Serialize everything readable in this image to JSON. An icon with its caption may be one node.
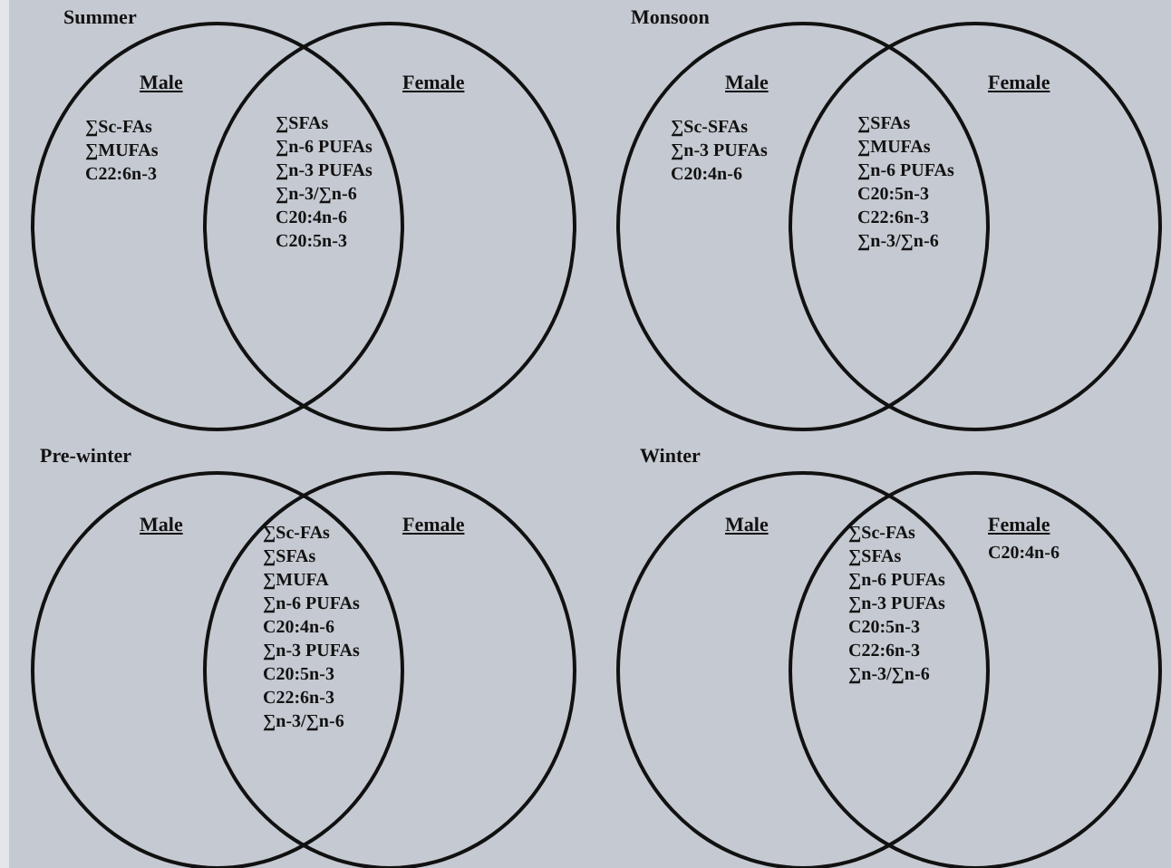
{
  "diagram": {
    "nodes": [
      {
        "text": [
          "Male",
          "∑Sc-FAs",
          "∑MUFAs",
          "C22:6n-3"
        ]
      },
      {
        "text": [
          "Female"
        ]
      },
      {
        "text": [
          "Male",
          "∑Sc-SFAs",
          "∑n-3 PUFAs",
          "C20:4n-6"
        ]
      },
      {
        "text": [
          "Female"
        ]
      },
      {
        "text": [
          "Male"
        ]
      },
      {
        "text": [
          "Female"
        ]
      },
      {
        "text": [
          "Male"
        ]
      },
      {
        "text": [
          "Female",
          "C20:4n-6"
        ]
      }
    ],
    "labels": [
      "Summer",
      "∑SFAs",
      "∑n-6 PUFAs",
      "∑n-3 PUFAs",
      "∑n-3/∑n-6",
      "C20:4n-6",
      "C20:5n-3",
      "Monsoon",
      "∑SFAs",
      "∑MUFAs",
      "∑n-6 PUFAs",
      "C20:5n-3",
      "C22:6n-3",
      "∑n-3/∑n-6",
      "Pre-winter",
      "∑Sc-FAs",
      "∑SFAs",
      "∑MUFA",
      "∑n-6 PUFAs",
      "C20:4n-6",
      "∑n-3 PUFAs",
      "C20:5n-3",
      "C22:6n-3",
      "∑n-3/∑n-6",
      "Winter",
      "∑Sc-FAs",
      "∑SFAs",
      "∑n-6 PUFAs",
      "∑n-3 PUFAs",
      "C20:5n-3",
      "C22:6n-3",
      "∑n-3/∑n-6"
    ]
  }
}
